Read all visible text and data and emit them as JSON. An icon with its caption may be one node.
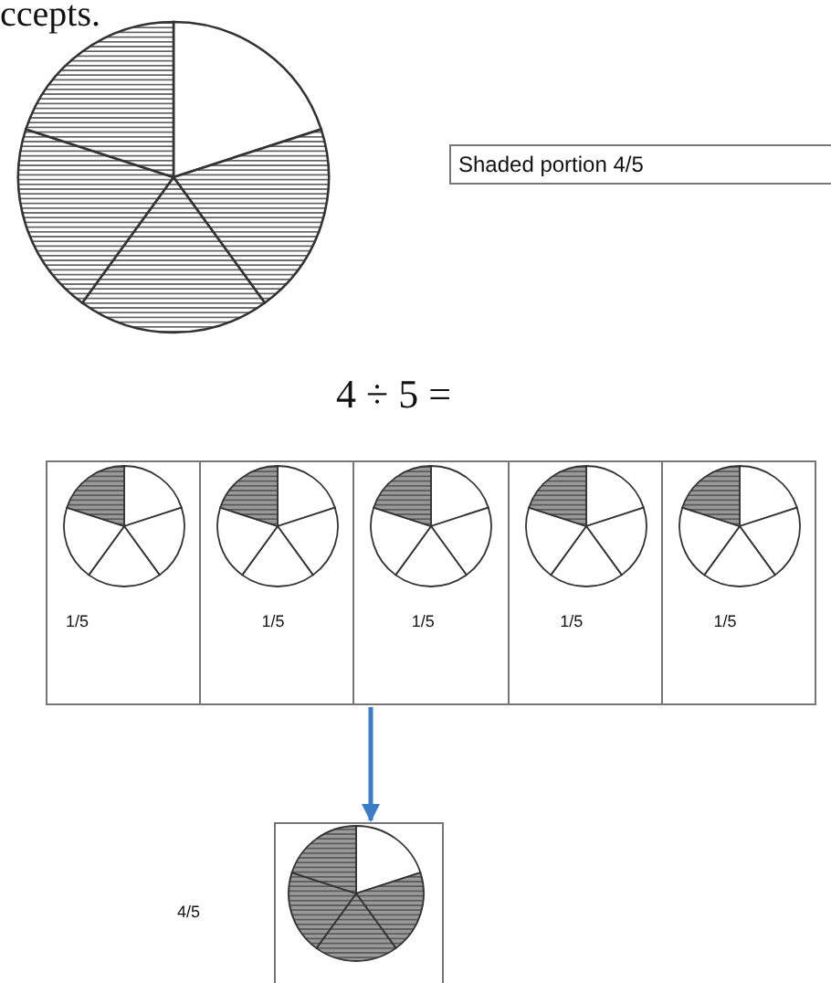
{
  "diagram": {
    "nodes": [
      {
        "text": [
          "Shaded portion 4/5"
        ]
      },
      {
        "text": [
          "1/5"
        ]
      },
      {
        "text": [
          "1/5"
        ]
      },
      {
        "text": [
          "1/5"
        ]
      },
      {
        "text": [
          "1/5"
        ]
      },
      {
        "text": [
          "1/5"
        ]
      },
      {
        "text": [],
        "shape": "box"
      }
    ],
    "edges": [
      {
        "from": 3,
        "to": 6,
        "arrow": "to"
      }
    ],
    "labels": [
      "ccepts.",
      "4 ÷ 5 =",
      "4/5"
    ]
  }
}
